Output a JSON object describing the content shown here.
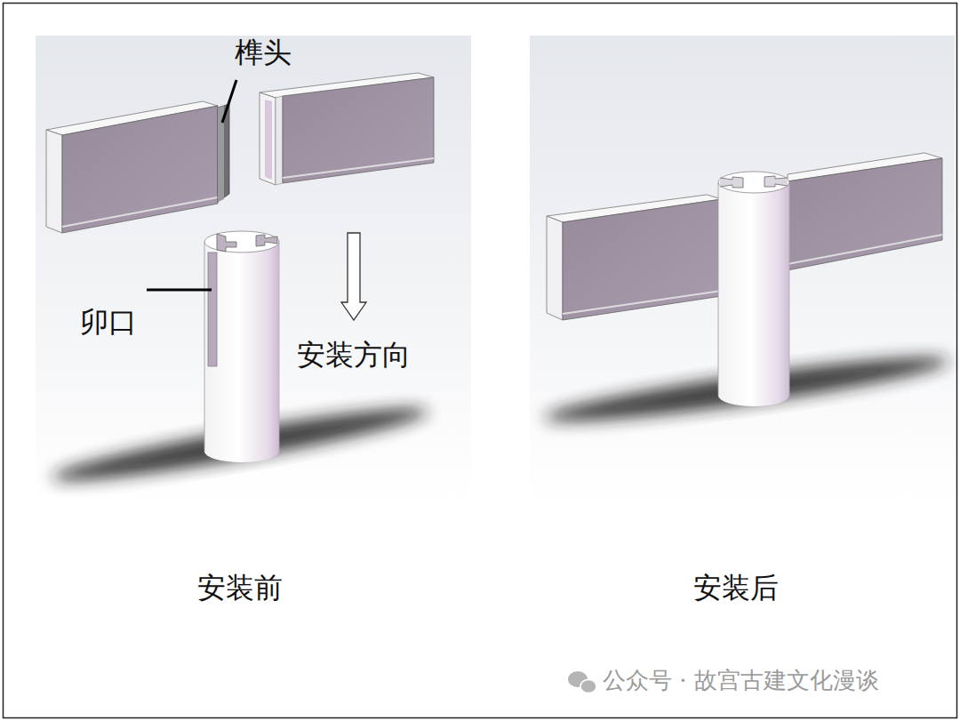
{
  "diagram": {
    "labels": [
      "榫头",
      "卯口",
      "安装方向",
      "安装前",
      "安装后",
      "公众号 · 故宫古建文化漫谈"
    ]
  }
}
